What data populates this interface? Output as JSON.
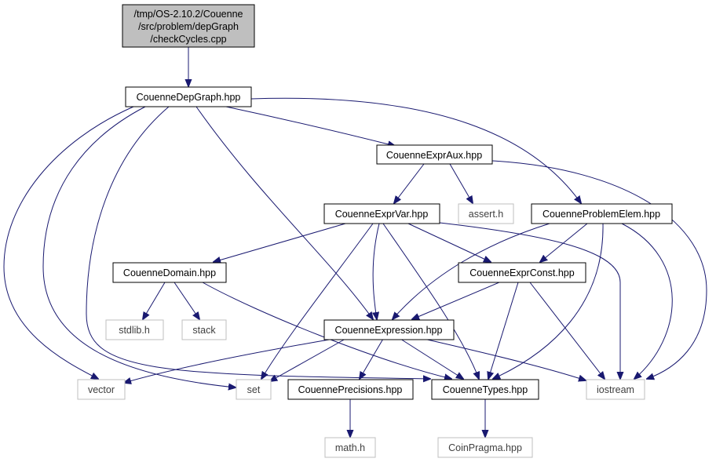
{
  "graph": {
    "root": {
      "lines": [
        "/tmp/OS-2.10.2/Couenne",
        "/src/problem/depGraph",
        "/checkCycles.cpp"
      ]
    },
    "nodes": {
      "depgraph": "CouenneDepGraph.hpp",
      "expraux": "CouenneExprAux.hpp",
      "exprvar": "CouenneExprVar.hpp",
      "assert": "assert.h",
      "probelem": "CouenneProblemElem.hpp",
      "domain": "CouenneDomain.hpp",
      "exprconst": "CouenneExprConst.hpp",
      "stdlib": "stdlib.h",
      "stack": "stack",
      "expression": "CouenneExpression.hpp",
      "vector": "vector",
      "set": "set",
      "precisions": "CouennePrecisions.hpp",
      "types": "CouenneTypes.hpp",
      "iostream": "iostream",
      "math": "math.h",
      "coinpragma": "CoinPragma.hpp"
    },
    "colors": {
      "edge": "#191970",
      "root_fill": "#bfbfbf",
      "external_border": "#bfbfbf"
    }
  }
}
